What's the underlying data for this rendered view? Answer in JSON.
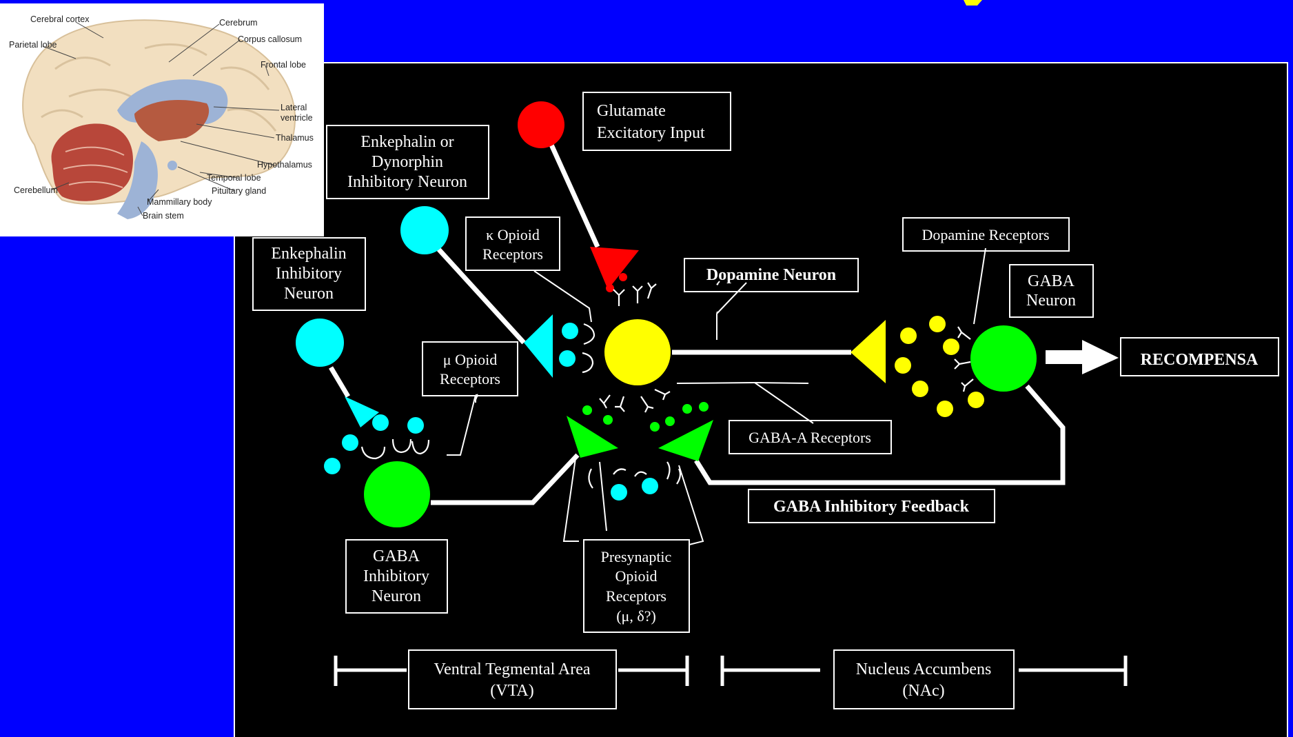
{
  "colors": {
    "background": "#0000ff",
    "panel": "#000000",
    "dopamine": "#ffff00",
    "gaba": "#00ff00",
    "opioid": "#00ffff",
    "glutamate": "#ff0000",
    "line": "#ffffff"
  },
  "labels": {
    "glutamate": [
      "Glutamate",
      "Excitatory Input"
    ],
    "enk_dyn": [
      "Enkephalin or",
      "Dynorphin",
      "Inhibitory Neuron"
    ],
    "kappa": [
      "κ  Opioid",
      "Receptors"
    ],
    "enk": [
      "Enkephalin",
      "Inhibitory",
      "Neuron"
    ],
    "mu": [
      "μ  Opioid",
      "Receptors"
    ],
    "dopamine_neuron": "Dopamine Neuron",
    "dopamine_receptors": "Dopamine Receptors",
    "gaba_neuron": [
      "GABA",
      "Neuron"
    ],
    "recompensa": "RECOMPENSA",
    "gaba_a": "GABA-A Receptors",
    "gaba_feedback": "GABA Inhibitory Feedback",
    "gaba_inhib": [
      "GABA",
      "Inhibitory",
      "Neuron"
    ],
    "presynaptic": [
      "Presynaptic",
      "Opioid",
      "Receptors",
      "(μ, δ?)"
    ],
    "vta": [
      "Ventral Tegmental Area",
      "(VTA)"
    ],
    "nac": [
      "Nucleus Accumbens",
      "(NAc)"
    ]
  },
  "brain_labels": {
    "cerebral_cortex": "Cerebral cortex",
    "parietal": "Parietal lobe",
    "cerebrum": "Cerebrum",
    "corpus": "Corpus callosum",
    "frontal": "Frontal lobe",
    "lateral": [
      "Lateral",
      "ventricle"
    ],
    "thalamus": "Thalamus",
    "hypothalamus": "Hypothalamus",
    "temporal": "Temporal lobe",
    "pituitary": "Pituitary gland",
    "cerebellum": "Cerebellum",
    "mammillary": "Mammillary body",
    "brainstem": "Brain stem"
  }
}
